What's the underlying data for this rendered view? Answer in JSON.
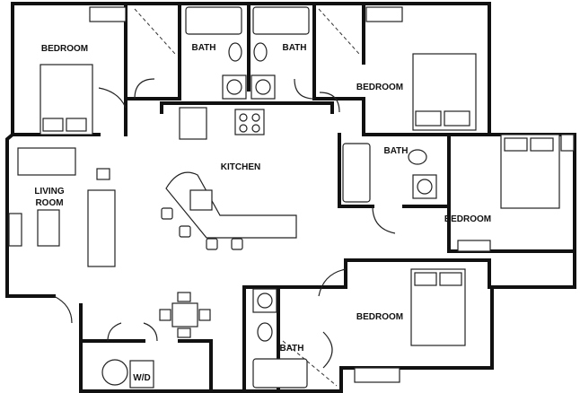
{
  "plan": {
    "rooms": {
      "bedroom_top_left": "BEDROOM",
      "bath_top_left": "BATH",
      "bath_top_right": "BATH",
      "bedroom_top_right": "BEDROOM",
      "bath_middle_right": "BATH",
      "bedroom_middle_right": "BEDROOM",
      "kitchen": "KITCHEN",
      "living_room_line1": "LIVING",
      "living_room_line2": "ROOM",
      "bedroom_bottom": "BEDROOM",
      "bath_bottom": "BATH",
      "washer_dryer": "W/D"
    },
    "colors": {
      "walls": "#111111",
      "background": "#ffffff"
    }
  }
}
